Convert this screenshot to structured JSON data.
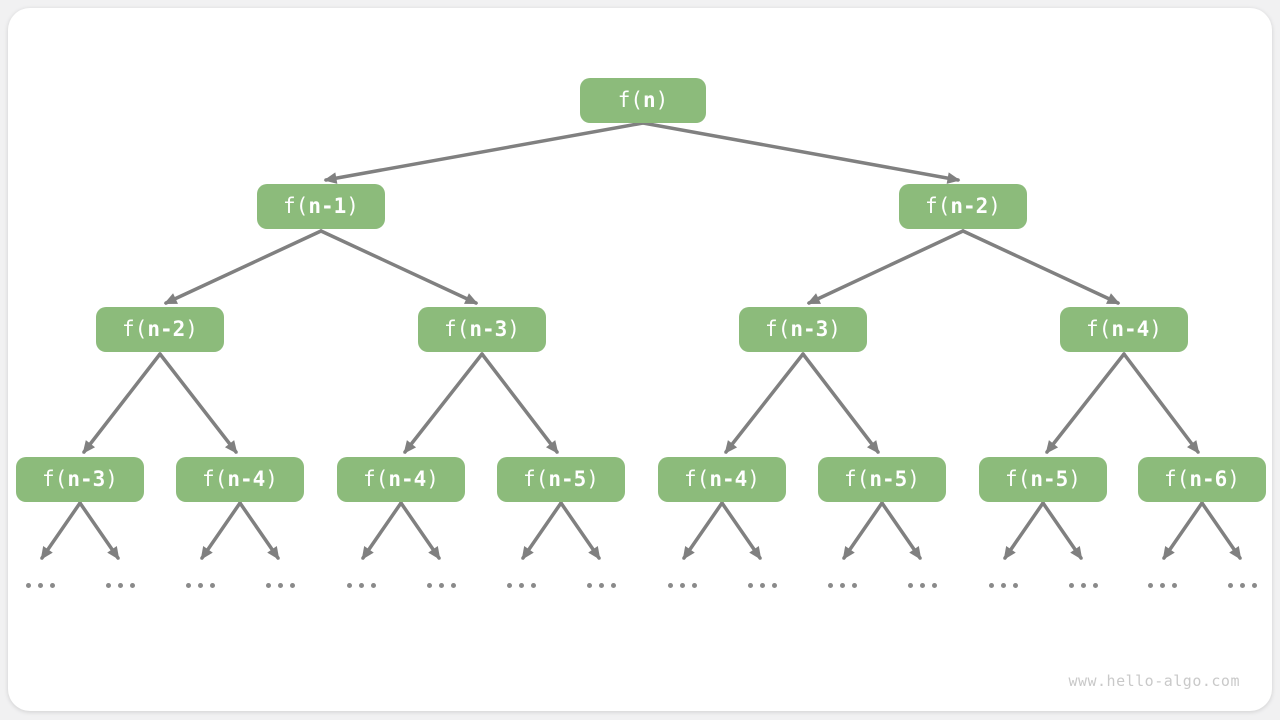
{
  "colors": {
    "page_bg": "#f1f1f2",
    "card_bg": "#ffffff",
    "node": "#8cbb7b",
    "node_text": "#ffffff",
    "arrow": "#808080",
    "dots": "#8a8a8a",
    "watermark_text": "#c9c9c9"
  },
  "watermark": "www.hello-algo.com",
  "ellipsis": {
    "label": "...",
    "count": 16
  },
  "tree": {
    "description": "recursion tree of f(n) = f(n-1) + f(n-2)",
    "levels": [
      {
        "nodes": [
          {
            "pre": "f(",
            "arg": "n",
            "suf": ")"
          }
        ]
      },
      {
        "nodes": [
          {
            "pre": "f(",
            "arg": "n-1",
            "suf": ")"
          },
          {
            "pre": "f(",
            "arg": "n-2",
            "suf": ")"
          }
        ]
      },
      {
        "nodes": [
          {
            "pre": "f(",
            "arg": "n-2",
            "suf": ")"
          },
          {
            "pre": "f(",
            "arg": "n-3",
            "suf": ")"
          },
          {
            "pre": "f(",
            "arg": "n-3",
            "suf": ")"
          },
          {
            "pre": "f(",
            "arg": "n-4",
            "suf": ")"
          }
        ]
      },
      {
        "nodes": [
          {
            "pre": "f(",
            "arg": "n-3",
            "suf": ")"
          },
          {
            "pre": "f(",
            "arg": "n-4",
            "suf": ")"
          },
          {
            "pre": "f(",
            "arg": "n-4",
            "suf": ")"
          },
          {
            "pre": "f(",
            "arg": "n-5",
            "suf": ")"
          },
          {
            "pre": "f(",
            "arg": "n-4",
            "suf": ")"
          },
          {
            "pre": "f(",
            "arg": "n-5",
            "suf": ")"
          },
          {
            "pre": "f(",
            "arg": "n-5",
            "suf": ")"
          },
          {
            "pre": "f(",
            "arg": "n-6",
            "suf": ")"
          }
        ]
      }
    ]
  }
}
